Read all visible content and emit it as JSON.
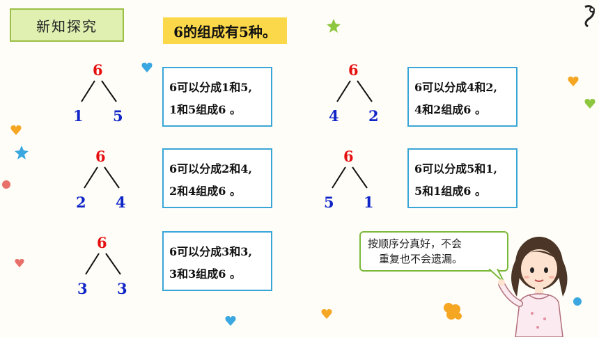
{
  "section_tag": "新知探究",
  "summary": "6的组成有5种。",
  "trees": [
    {
      "top": "6",
      "left": "1",
      "right": "5"
    },
    {
      "top": "6",
      "left": "4",
      "right": "2"
    },
    {
      "top": "6",
      "left": "2",
      "right": "4"
    },
    {
      "top": "6",
      "left": "5",
      "right": "1"
    },
    {
      "top": "6",
      "left": "3",
      "right": "3"
    }
  ],
  "cards": [
    {
      "line1": "6可以分成1和5,",
      "line2": "1和5组成6 。"
    },
    {
      "line1": "6可以分成4和2,",
      "line2": "4和2组成6 。"
    },
    {
      "line1": "6可以分成2和4,",
      "line2": "2和4组成6 。"
    },
    {
      "line1": "6可以分成5和1,",
      "line2": "5和1组成6 。"
    },
    {
      "line1": "6可以分成3和3,",
      "line2": "3和3组成6 。"
    }
  ],
  "speech": {
    "line1": "按顺序分真好，不会",
    "line2": "重复也不会遗漏。"
  },
  "colors": {
    "whole_number": "#e61010",
    "part_number": "#1025c8",
    "card_border": "#39a6d8",
    "summary_bg": "#fbd84a",
    "tag_bg": "#dff0b0"
  }
}
